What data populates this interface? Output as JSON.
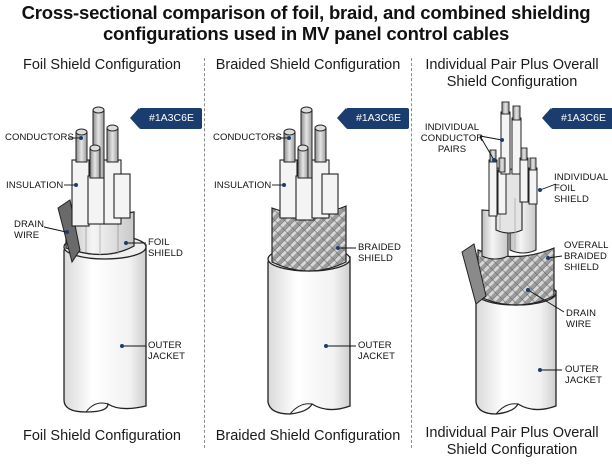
{
  "title_line1": "Cross-sectional comparison of foil, braid, and combined shielding",
  "title_line2": "configurations used in MV panel control cables",
  "panels": [
    {
      "title": "Foil Shield Configuration",
      "footer": "Foil Shield Configuration",
      "tag": "#1A3C6E",
      "labels": {
        "conductors": "CONDUCTORS",
        "insulation": "INSULATION",
        "drain_wire_1": "DRAIN",
        "drain_wire_2": "WIRE",
        "foil_shield_1": "FOIL",
        "foil_shield_2": "SHIELD",
        "outer_jacket_1": "OUTER",
        "outer_jacket_2": "JACKET"
      }
    },
    {
      "title": "Braided Shield Configuration",
      "footer": "Braided Shield Configuration",
      "tag": "#1A3C6E",
      "labels": {
        "conductors": "CONDUCTORS",
        "insulation": "INSULATION",
        "braided_shield_1": "BRAIDED",
        "braided_shield_2": "SHIELD",
        "outer_jacket_1": "OUTER",
        "outer_jacket_2": "JACKET"
      }
    },
    {
      "title_line1": "Individual Pair Plus Overall",
      "title_line2": "Shield Configuration",
      "footer_line1": "Individual Pair Plus Overall",
      "footer_line2": "Shield Configuration",
      "tag": "#1A3C6E",
      "labels": {
        "pairs_1": "INDIVIDUAL",
        "pairs_2": "CONDUCTOR",
        "pairs_3": "PAIRS",
        "ind_foil_1": "INDIVIDUAL",
        "ind_foil_2": "FOIL SHIELD",
        "overall_braid_1": "OVERALL",
        "overall_braid_2": "BRAIDED",
        "overall_braid_3": "SHIELD",
        "drain_1": "DRAIN",
        "drain_2": "WIRE",
        "outer_jacket_1": "OUTER",
        "outer_jacket_2": "JACKET"
      }
    }
  ],
  "colors": {
    "tag_bg": "#1A3C6E",
    "conductor": "#b8b8b8",
    "jacket": "#f4f4f4",
    "outline": "#222222"
  }
}
